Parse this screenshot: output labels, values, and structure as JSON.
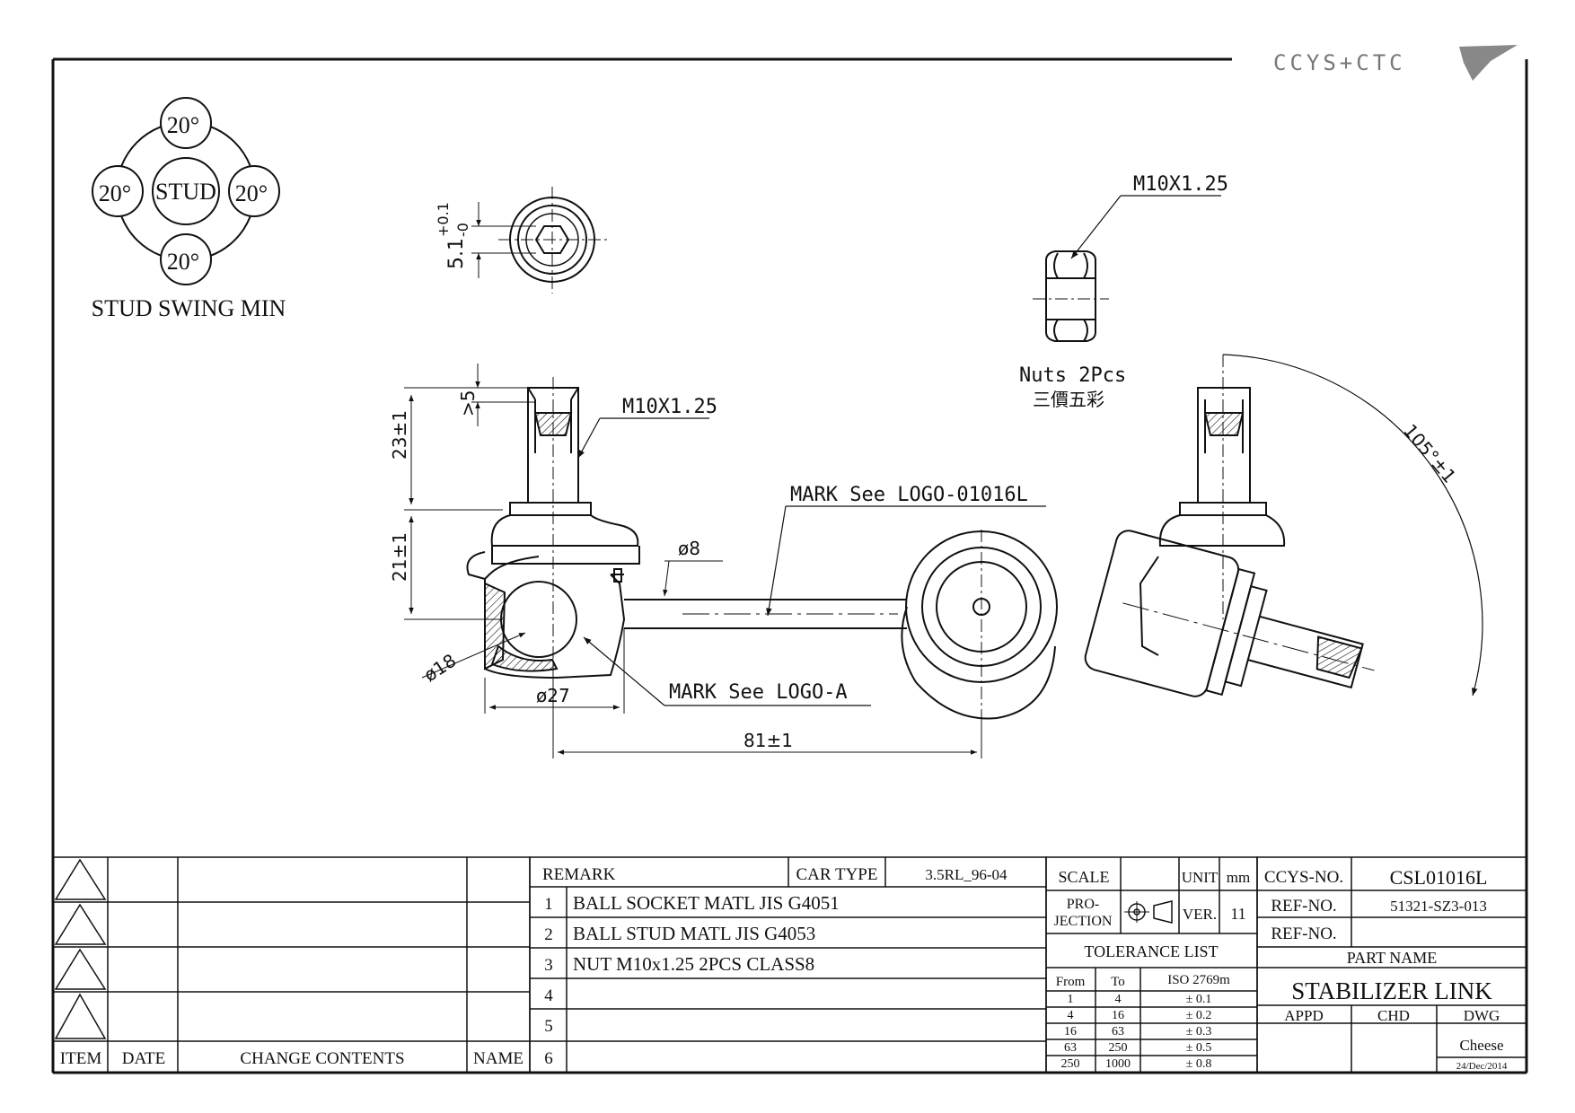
{
  "logo": {
    "text": "CCYS+CTC"
  },
  "stud_swing": {
    "title": "STUD SWING MIN",
    "center_label": "STUD",
    "angles": [
      "20°",
      "20°",
      "20°",
      "20°"
    ]
  },
  "dimensions": {
    "hex_depth": "5.1",
    "hex_tol_upper": "+0.1",
    "hex_tol_lower": "-0",
    "thread_len": ">5",
    "stud_height": "23±1",
    "body_height": "21±1",
    "ball_dia": "ø18",
    "socket_dia": "ø27",
    "rod_dia": "ø8",
    "length": "81±1",
    "angle": "105°±1"
  },
  "callouts": {
    "thread_top": "M10X1.25",
    "thread_stud": "M10X1.25",
    "nuts": "Nuts 2Pcs",
    "nuts_maker": "三價五彩",
    "mark_logo_part": "MARK See LOGO-01016L",
    "mark_logo_a": "MARK See LOGO-A"
  },
  "revision_block": {
    "headers": [
      "ITEM",
      "DATE",
      "CHANGE CONTENTS",
      "NAME"
    ]
  },
  "remarks": {
    "header": "REMARK",
    "car_type_label": "CAR TYPE",
    "car_type_value": "3.5RL_96-04",
    "items": [
      {
        "no": "1",
        "text": "BALL SOCKET MATL JIS G4051"
      },
      {
        "no": "2",
        "text": "BALL STUD MATL JIS G4053"
      },
      {
        "no": "3",
        "text": "NUT M10x1.25 2PCS CLASS8"
      },
      {
        "no": "4",
        "text": ""
      },
      {
        "no": "5",
        "text": ""
      },
      {
        "no": "6",
        "text": ""
      }
    ]
  },
  "scale_block": {
    "scale_label": "SCALE",
    "unit_label": "UNIT",
    "unit_value": "mm",
    "projection_line1": "PRO-",
    "projection_line2": "JECTION",
    "ver_label": "VER.",
    "ver_value": "11",
    "tolerance_title": "TOLERANCE LIST",
    "tolerance_headers": [
      "From",
      "To",
      "ISO 2769m"
    ],
    "tolerance_rows": [
      [
        "1",
        "4",
        "± 0.1"
      ],
      [
        "4",
        "16",
        "± 0.2"
      ],
      [
        "16",
        "63",
        "± 0.3"
      ],
      [
        "63",
        "250",
        "± 0.5"
      ],
      [
        "250",
        "1000",
        "± 0.8"
      ]
    ]
  },
  "title_block": {
    "ccys_no_label": "CCYS-NO.",
    "ccys_no_value": "CSL01016L",
    "ref_no_label": "REF-NO.",
    "ref_no_value": "51321-SZ3-013",
    "ref_no2_label": "REF-NO.",
    "ref_no2_value": "",
    "part_name_label": "PART NAME",
    "part_name_value": "STABILIZER LINK",
    "appd_label": "APPD",
    "chd_label": "CHD",
    "dwg_label": "DWG",
    "dwg_name": "Cheese",
    "dwg_date": "24/Dec/2014"
  }
}
